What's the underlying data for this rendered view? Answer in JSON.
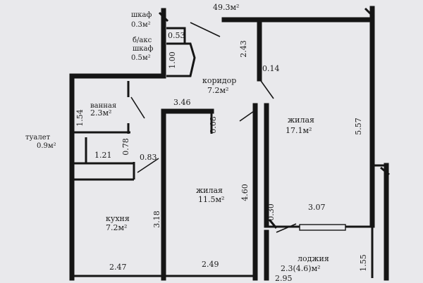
{
  "header": {
    "total_area": "49.3м²"
  },
  "rooms": {
    "shkaf1": {
      "name": "шкаф",
      "area": "0.3м²"
    },
    "shkaf2": {
      "name1": "б/акс",
      "name2": "шкаф",
      "area": "0.5м²"
    },
    "koridor": {
      "name": "коридор",
      "area": "7.2м²"
    },
    "vannaya": {
      "name": "ванная",
      "area": "2.3м²"
    },
    "tualet": {
      "name": "туалет",
      "area": "0.9м²"
    },
    "kuhnya": {
      "name": "кухня",
      "area": "7.2м²"
    },
    "zhilaya_small": {
      "name": "жилая",
      "area": "11.5м²"
    },
    "zhilaya_big": {
      "name": "жилая",
      "area": "17.1м²"
    },
    "lodzhia": {
      "name": "лоджия",
      "area": "2.3(4.6)м²"
    }
  },
  "dimensions": {
    "d053": "0.53",
    "d100": "1.00",
    "d243": "2.43",
    "d014": "0.14",
    "d346": "3.46",
    "d154": "1.54",
    "d008": "0.08",
    "d121": "1.21",
    "d078": "0.78",
    "d083": "0.83",
    "d557": "5.57",
    "d460": "4.60",
    "d318": "3.18",
    "d030": "0.30",
    "d307": "3.07",
    "d247": "2.47",
    "d249": "2.49",
    "d295": "2.95",
    "d155": "1.55"
  }
}
